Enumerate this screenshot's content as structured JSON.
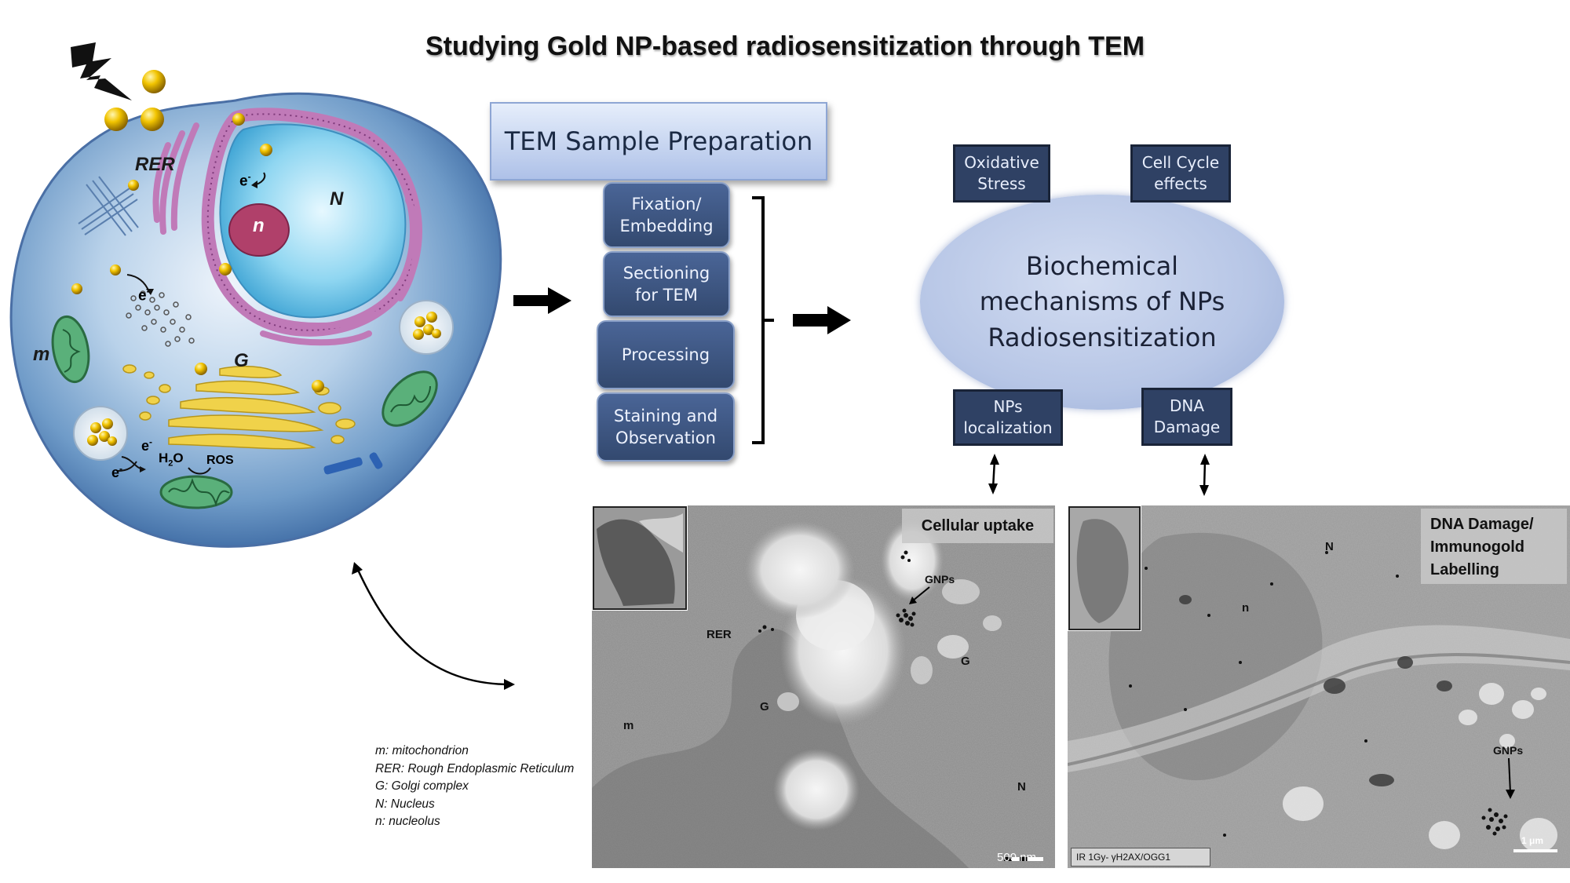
{
  "title": "Studying Gold NP-based radiosensitization through TEM",
  "prep": {
    "header": "TEM Sample Preparation",
    "steps": [
      "Fixation/\nEmbedding",
      "Sectioning\nfor TEM",
      "Processing",
      "Staining and\nObservation"
    ]
  },
  "mechanisms": {
    "center": "Biochemical\nmechanisms of NPs\nRadiosensitization",
    "oxidative": "Oxidative\nStress",
    "cellcycle": "Cell Cycle\neffects",
    "localization": "NPs\nlocalization",
    "dna": "DNA\nDamage"
  },
  "cell_labels": {
    "rer": "RER",
    "nucleus": "N",
    "nucleolus": "n",
    "golgi": "G",
    "mito": "m",
    "electron": "e",
    "electron_sup": "-",
    "water": "H",
    "water_sub": "2",
    "water_o": "O",
    "ros": "ROS"
  },
  "legend": [
    {
      "abbr": "m:",
      "text": " mitochondrion"
    },
    {
      "abbr": "RER:",
      "text": " Rough Endoplasmic Reticulum"
    },
    {
      "abbr": "G:",
      "text": " Golgi complex"
    },
    {
      "abbr": "N:",
      "text": " Nucleus"
    },
    {
      "abbr": "n:",
      "text": " nucleolus"
    }
  ],
  "micrograph1": {
    "label": "Cellular uptake",
    "gnps": "GNPs",
    "rer": "RER",
    "g1": "G",
    "g2": "G",
    "m": "m",
    "n": "N",
    "scale": "500 nm"
  },
  "micrograph2": {
    "label": "DNA Damage/\nImmunogold\nLabelling",
    "n_upper": "N",
    "n_lower": "n",
    "gnps": "GNPs",
    "caption": "IR 1Gy- γH2AX/OGG1",
    "scale": "1 μm"
  },
  "colors": {
    "nucleus": "#6cc4e6",
    "nucleolus": "#b0406a",
    "er": "#c07ab8",
    "golgi": "#f0d24a",
    "mito": "#3e9a5e",
    "gold": "#e8b800",
    "box_dark": "#2f4164"
  }
}
